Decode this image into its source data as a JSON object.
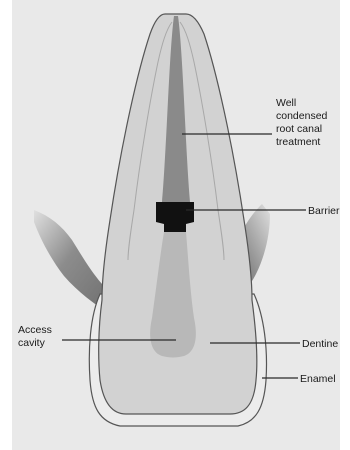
{
  "labels": {
    "root_canal": [
      "Well",
      "condensed",
      "root canal",
      "treatment"
    ],
    "barrier": "Barrier",
    "access_cavity": [
      "Access",
      "cavity"
    ],
    "dentine": "Dentine",
    "enamel": "Enamel"
  },
  "colors": {
    "background": "#e9e9e9",
    "dentine": "#d2d2d2",
    "enamel": "#ececec",
    "root_canal_filling": "#8a8a8a",
    "barrier": "#111111",
    "gum": "#7d7d7d",
    "access_cavity": "#b8b8b8",
    "outline": "#555555",
    "leader_line": "#2a2a2a"
  }
}
